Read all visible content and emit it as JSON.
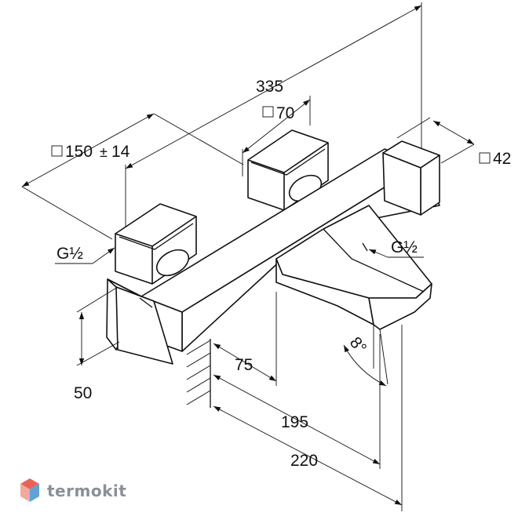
{
  "dimensions": {
    "overall_length": "335",
    "cross_section_top": "70",
    "cross_section_right": "42",
    "inlet_spacing": "150",
    "inlet_tolerance": "±",
    "inlet_tolerance_value": "14",
    "thread_left": "G½",
    "thread_right": "G½",
    "spout_angle": "8°",
    "handle_height": "50",
    "projection_75": "75",
    "projection_195": "195",
    "projection_220": "220"
  },
  "symbols": {
    "square_symbol": "□"
  },
  "watermark": {
    "brand": "termokit"
  },
  "colors": {
    "ink": "#111111",
    "logo_gray": "#8a8f98",
    "logo_red": "#e8645a",
    "logo_blue": "#5fa3d6"
  }
}
